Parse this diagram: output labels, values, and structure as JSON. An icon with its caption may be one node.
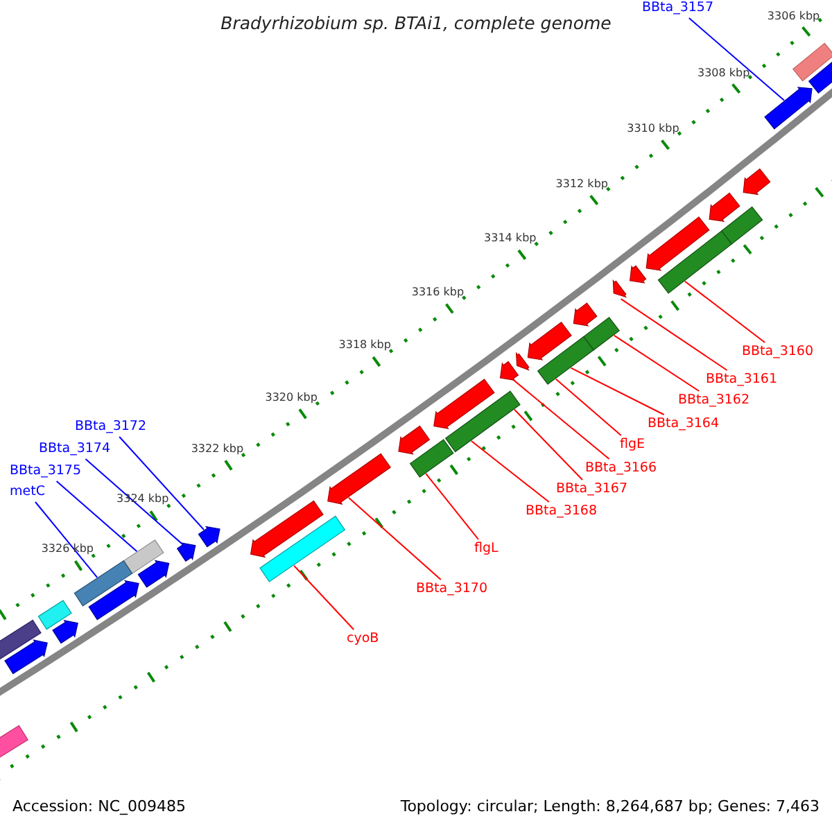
{
  "diagram": {
    "title": "Bradyrhizobium sp. BTAi1, complete genome",
    "nodes": [
      {
        "text": [
          "BBta_3157"
        ]
      },
      {
        "text": [
          "BBta_3160"
        ]
      },
      {
        "text": [
          "BBta_3161"
        ]
      },
      {
        "text": [
          "BBta_3162"
        ]
      },
      {
        "text": [
          "BBta_3164"
        ]
      },
      {
        "text": [
          "BBta_3172"
        ]
      },
      {
        "text": [
          "flgE"
        ]
      },
      {
        "text": [
          "BBta_3174"
        ]
      },
      {
        "text": [
          "BBta_3166"
        ]
      },
      {
        "text": [
          "BBta_3175"
        ]
      },
      {
        "text": [
          "BBta_3167"
        ]
      },
      {
        "text": [
          "metC"
        ]
      },
      {
        "text": [
          "BBta_3168"
        ]
      },
      {
        "text": [
          "flgL"
        ]
      },
      {
        "text": [
          "BBta_3170"
        ]
      },
      {
        "text": [
          "cyoB"
        ]
      },
      {
        "text": [],
        "shape": "bar"
      },
      {
        "text": [],
        "shape": "pentagon"
      },
      {
        "text": [],
        "shape": "pentagon"
      },
      {
        "text": [],
        "shape": "pentagon"
      },
      {
        "text": [],
        "shape": "pentagon"
      },
      {
        "text": [],
        "shape": "bar"
      },
      {
        "text": [],
        "shape": "pentagon"
      },
      {
        "text": [],
        "shape": "bar"
      },
      {
        "text": [],
        "shape": "pentagon"
      },
      {
        "text": [],
        "shape": "pentagon"
      },
      {
        "text": [],
        "shape": "pentagon"
      },
      {
        "text": [],
        "shape": "pentagon"
      },
      {
        "text": [],
        "shape": "bar"
      },
      {
        "text": [],
        "shape": "bar"
      },
      {
        "text": [],
        "shape": "pentagon"
      },
      {
        "text": [],
        "shape": "pentagon"
      },
      {
        "text": [],
        "shape": "pentagon"
      },
      {
        "text": [],
        "shape": "bar"
      },
      {
        "text": [],
        "shape": "pentagon"
      },
      {
        "text": [],
        "shape": "bar"
      },
      {
        "text": [],
        "shape": "pentagon"
      },
      {
        "text": [],
        "shape": "pentagon"
      },
      {
        "text": [],
        "shape": "bar"
      },
      {
        "text": [],
        "shape": "pentagon"
      },
      {
        "text": [],
        "shape": "bar"
      },
      {
        "text": [],
        "shape": "pentagon"
      },
      {
        "text": [],
        "shape": "bar"
      },
      {
        "text": [],
        "shape": "pentagon"
      },
      {
        "text": [],
        "shape": "pentagon"
      },
      {
        "text": [],
        "shape": "bar"
      },
      {
        "text": [],
        "shape": "bar"
      },
      {
        "text": [],
        "shape": "pentagon"
      },
      {
        "text": [],
        "shape": "pentagon"
      },
      {
        "text": [],
        "shape": "bar"
      }
    ],
    "edges": [
      {
        "from": 0,
        "to": 18,
        "arrow": "none",
        "color": "#0000ff"
      },
      {
        "from": 1,
        "to": 23,
        "arrow": "none"
      },
      {
        "from": 2,
        "to": 25,
        "arrow": "none"
      },
      {
        "from": 3,
        "to": 28,
        "arrow": "none"
      },
      {
        "from": 4,
        "to": 29,
        "arrow": "none"
      },
      {
        "from": 5,
        "to": 39,
        "arrow": "none",
        "color": "#0000ff"
      },
      {
        "from": 6,
        "to": 29,
        "arrow": "none"
      },
      {
        "from": 7,
        "to": 41,
        "arrow": "none",
        "color": "#0000ff"
      },
      {
        "from": 8,
        "to": 31,
        "arrow": "none"
      },
      {
        "from": 9,
        "to": 40,
        "arrow": "none",
        "color": "#0000ff"
      },
      {
        "from": 10,
        "to": 33,
        "arrow": "none"
      },
      {
        "from": 11,
        "to": 42,
        "arrow": "none",
        "color": "#0000ff"
      },
      {
        "from": 12,
        "to": 33,
        "arrow": "none"
      },
      {
        "from": 13,
        "to": 35,
        "arrow": "none"
      },
      {
        "from": 14,
        "to": 36,
        "arrow": "none"
      },
      {
        "from": 15,
        "to": 38,
        "arrow": "none"
      }
    ],
    "labels": [
      "3306 kbp",
      "3308 kbp",
      "3310 kbp",
      "3312 kbp",
      "3314 kbp",
      "3316 kbp",
      "3318 kbp",
      "3320 kbp",
      "3322 kbp",
      "3324 kbp",
      "3326 kbp",
      "Accession: NC_009485",
      "Topology: circular; Length: 8,264,687 bp; Genes: 7,463"
    ]
  }
}
